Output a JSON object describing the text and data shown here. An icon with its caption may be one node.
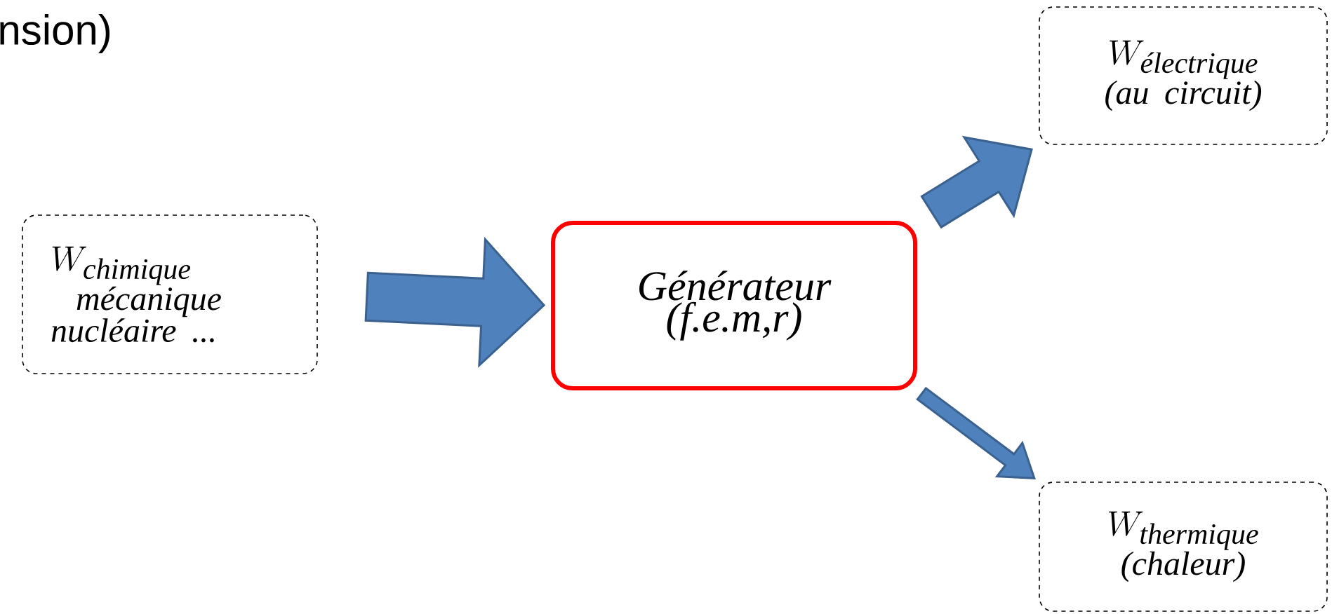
{
  "diagram": {
    "nodes": [
      {
        "text": [
          "W_{\\textit{chimique}}",
          "mécanique nucléaire ..."
        ]
      },
      {
        "text": [
          "Générateur",
          "(f.e.m,r)"
        ]
      },
      {
        "text": [
          "W_{\\textit{électrique}}",
          "(au circuit)"
        ]
      },
      {
        "text": [
          "W_{\\textit{thermique}}",
          "(chaleur)"
        ]
      }
    ],
    "edges": [
      {
        "from": 0,
        "to": 1,
        "arrow": "to",
        "style": "thick"
      },
      {
        "from": 1,
        "to": 2,
        "arrow": "to",
        "style": "thick"
      },
      {
        "from": 1,
        "to": 3,
        "arrow": "to"
      }
    ],
    "labels": [
      "nsion)"
    ]
  }
}
